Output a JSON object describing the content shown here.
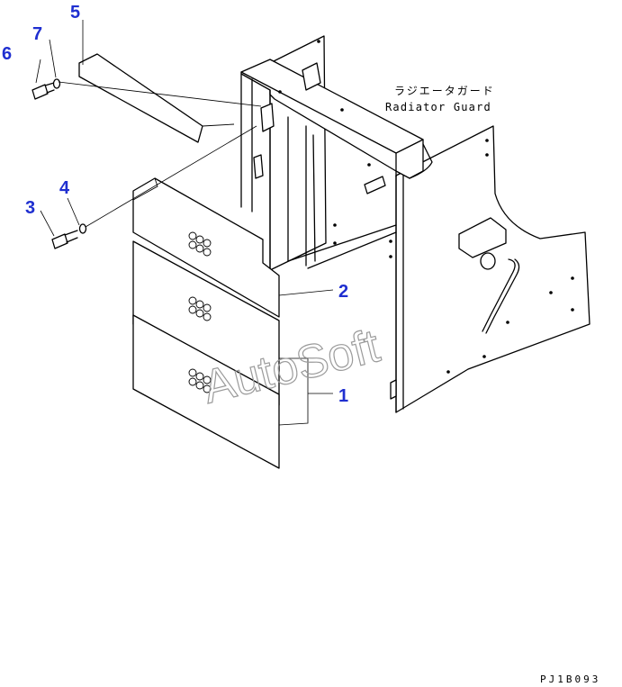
{
  "diagram": {
    "component_label_jp": "ラジエータガード",
    "component_label_en": "Radiator Guard",
    "drawing_code": "PJ1B093",
    "watermark": "AutoSoft",
    "callouts": [
      {
        "id": "1",
        "text": "1"
      },
      {
        "id": "2",
        "text": "2"
      },
      {
        "id": "3",
        "text": "3"
      },
      {
        "id": "4",
        "text": "4"
      },
      {
        "id": "5",
        "text": "5"
      },
      {
        "id": "6",
        "text": "6"
      },
      {
        "id": "7",
        "text": "7"
      }
    ],
    "colors": {
      "callout": "#1f2fd0",
      "line": "#000000",
      "watermark": "#9a9a9a",
      "background": "#ffffff"
    }
  }
}
